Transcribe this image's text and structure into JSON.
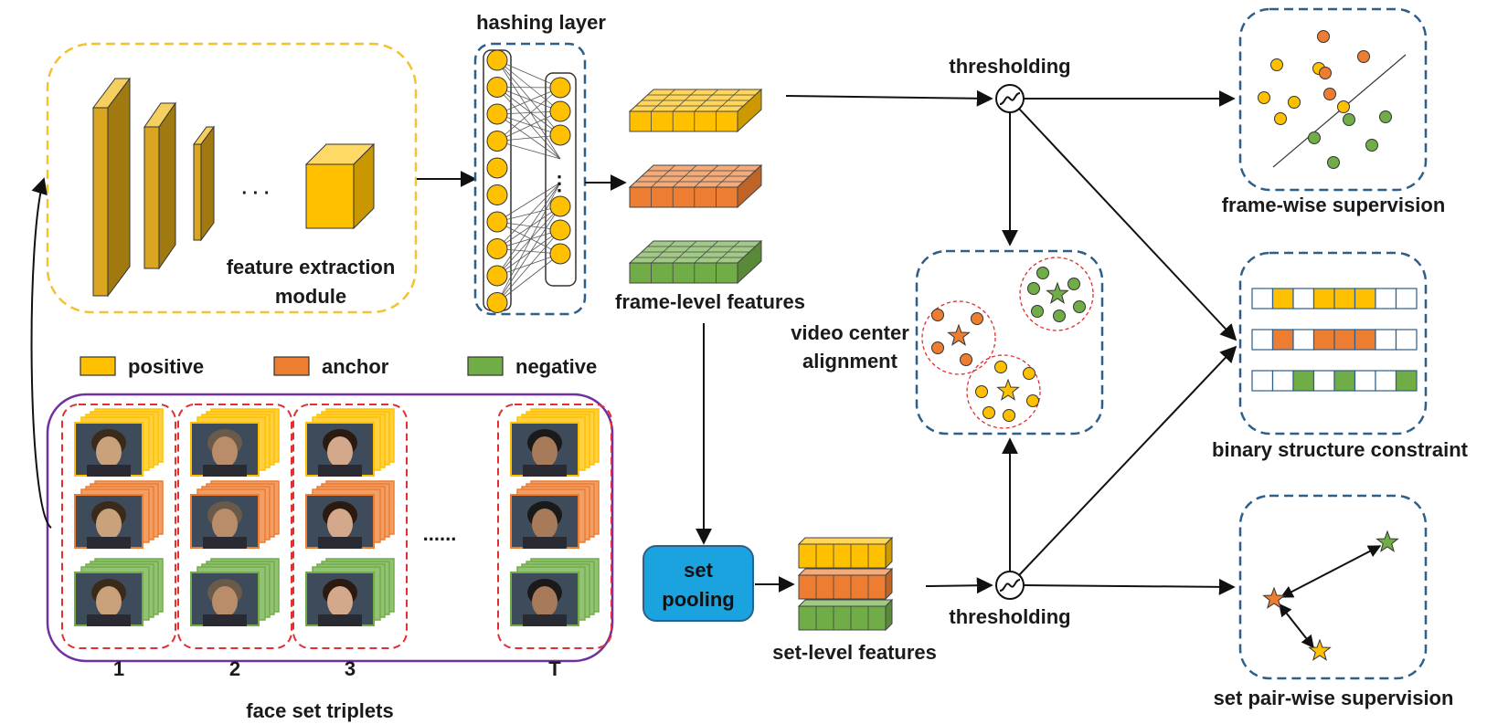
{
  "labels": {
    "hashing_layer": "hashing layer",
    "feature_extraction_line1": "feature extraction",
    "feature_extraction_line2": "module",
    "ellipsis_cnn": "· · ·",
    "frame_level_features": "frame-level features",
    "thresholding_top": "thresholding",
    "thresholding_bottom": "thresholding",
    "video_center_line1": "video center",
    "video_center_line2": "alignment",
    "frame_wise_supervision": "frame-wise supervision",
    "binary_structure_constraint": "binary structure constraint",
    "set_pair_wise_supervision": "set pair-wise supervision",
    "set_pooling_line1": "set",
    "set_pooling_line2": "pooling",
    "set_level_features": "set-level features",
    "face_set_triplets": "face set triplets",
    "ellipsis_sets": "......"
  },
  "legend": [
    {
      "label": "positive",
      "color": "#FFC000"
    },
    {
      "label": "anchor",
      "color": "#ED7D31"
    },
    {
      "label": "negative",
      "color": "#70AD47"
    }
  ],
  "triplet_columns": [
    "1",
    "2",
    "3",
    "T"
  ],
  "binary_codes": [
    {
      "role": "positive",
      "color": "#FFC000",
      "bits": [
        0,
        1,
        0,
        1,
        1,
        1,
        0,
        0
      ]
    },
    {
      "role": "anchor",
      "color": "#ED7D31",
      "bits": [
        0,
        1,
        0,
        1,
        1,
        1,
        0,
        0
      ]
    },
    {
      "role": "negative",
      "color": "#70AD47",
      "bits": [
        0,
        0,
        1,
        0,
        1,
        0,
        0,
        1
      ]
    }
  ],
  "colors": {
    "positive": "#FFC000",
    "anchor": "#ED7D31",
    "negative": "#70AD47",
    "cnn_layer": "#DAA520",
    "module_border": "#F2C232",
    "hashing_border": "#2E5F8A",
    "triplet_border": "#7030A0",
    "set_border": "#E03030",
    "set_pooling": "#1BA3E0"
  }
}
